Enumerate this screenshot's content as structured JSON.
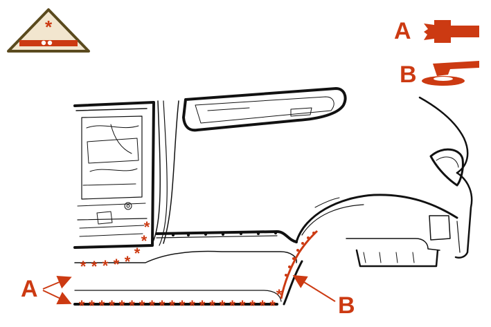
{
  "colors": {
    "accent": "#cc3a12",
    "ink": "#111111",
    "warning_frame": "#5a4a1e",
    "background": "#ffffff"
  },
  "warning_badge": {
    "symbol": "*",
    "icon": "weld-warning-triangle-icon"
  },
  "legend": [
    {
      "letter": "A",
      "icon": "spot-weld-drill-icon"
    },
    {
      "letter": "B",
      "icon": "grinding-disc-icon"
    }
  ],
  "callouts": {
    "a_letter": "A",
    "b_letter": "B"
  },
  "markers": {
    "spot_weld_symbol": "*"
  }
}
